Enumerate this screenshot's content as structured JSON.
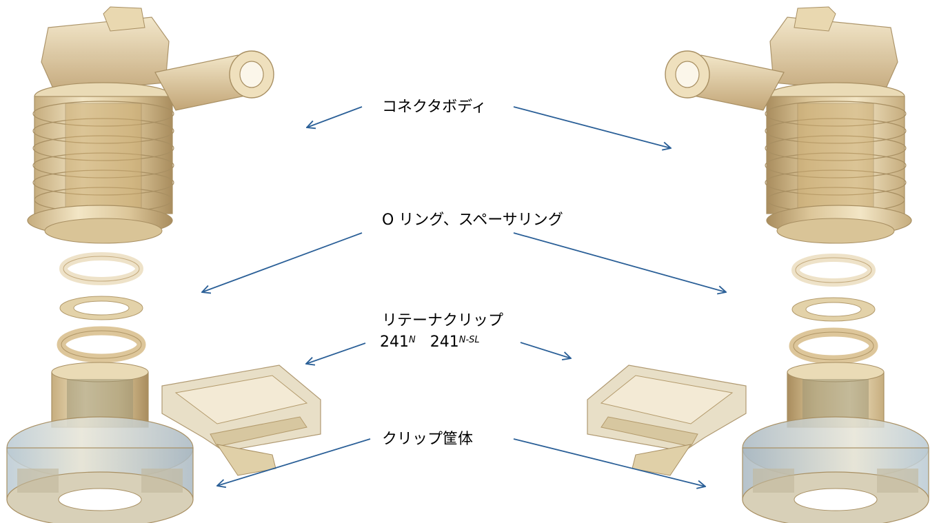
{
  "labels": {
    "connector_body": "コネクタボディ",
    "o_ring_spacer": "O リング、スペーサリング",
    "retainer_clip": "リテーナクリップ",
    "variant_a_num": "241",
    "variant_a_sup": "N",
    "variant_b_num": "241",
    "variant_b_sup": "N-SL",
    "clip_housing": "クリップ筐体"
  },
  "colors": {
    "arrow": "#2a5f97",
    "part_tan": "#e8d7b0",
    "part_shadow": "#b99c68",
    "part_blue_tint": "#c9d6de"
  }
}
